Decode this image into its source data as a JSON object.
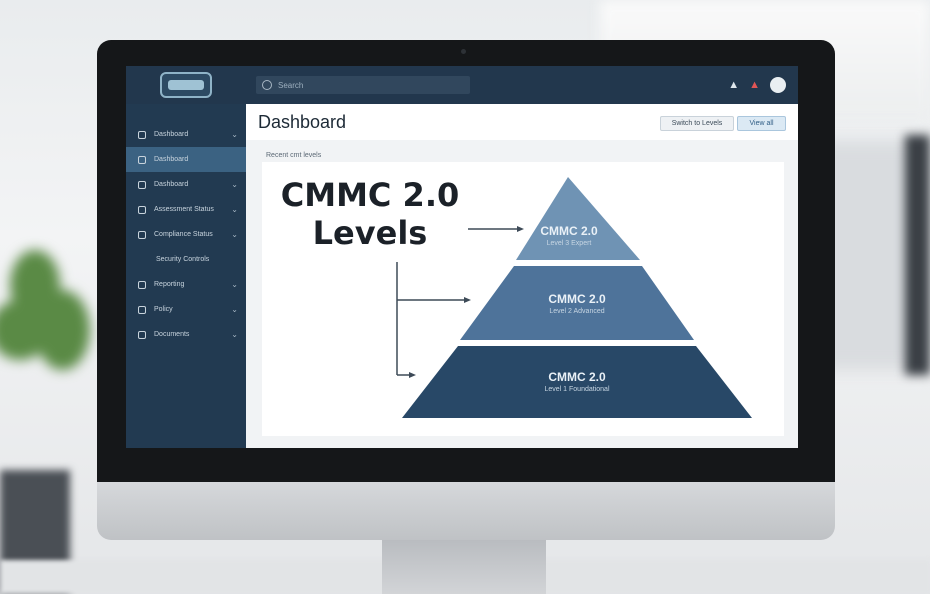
{
  "app": {
    "search_placeholder": "Search",
    "page_title": "Dashboard",
    "section_label": "Recent cmt levels"
  },
  "sidebar": {
    "items": [
      {
        "label": "Dashboard",
        "chevron": "⌄"
      },
      {
        "label": "Dashboard",
        "chevron": ""
      },
      {
        "label": "Dashboard",
        "chevron": "⌄"
      },
      {
        "label": "Assessment Status",
        "chevron": "⌄"
      },
      {
        "label": "Compliance Status",
        "chevron": "⌄"
      },
      {
        "label": "Security Controls",
        "chevron": ""
      },
      {
        "label": "Reporting",
        "chevron": "⌄"
      },
      {
        "label": "Policy",
        "chevron": "⌄"
      },
      {
        "label": "Documents",
        "chevron": "⌄"
      }
    ]
  },
  "header": {
    "button_a": "Switch to Levels",
    "button_b": "View all"
  },
  "graphic": {
    "title_line1": "CMMC 2.0",
    "title_line2": "Levels",
    "levels": [
      {
        "title": "CMMC 2.0",
        "subtitle": "Level 3 Expert"
      },
      {
        "title": "CMMC 2.0",
        "subtitle": "Level 2 Advanced"
      },
      {
        "title": "CMMC 2.0",
        "subtitle": "Level 1 Foundational"
      }
    ],
    "colors": {
      "top": "#6f93b4",
      "middle": "#4e739a",
      "bottom": "#284867"
    }
  }
}
